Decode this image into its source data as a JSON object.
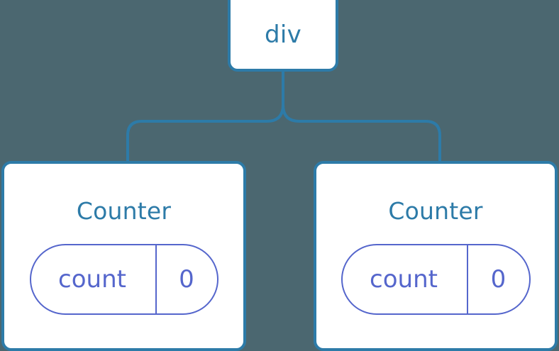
{
  "diagram": {
    "type": "component-tree",
    "background_color": "#4b6770",
    "node_border_color": "#2d7ba8",
    "node_text_color": "#2d7ba8",
    "state_pill_color": "#5566cc",
    "connector_color": "#2d7ba8",
    "root": {
      "label": "div"
    },
    "children": [
      {
        "label": "Counter",
        "state": {
          "key": "count",
          "value": "0"
        }
      },
      {
        "label": "Counter",
        "state": {
          "key": "count",
          "value": "0"
        }
      }
    ]
  }
}
